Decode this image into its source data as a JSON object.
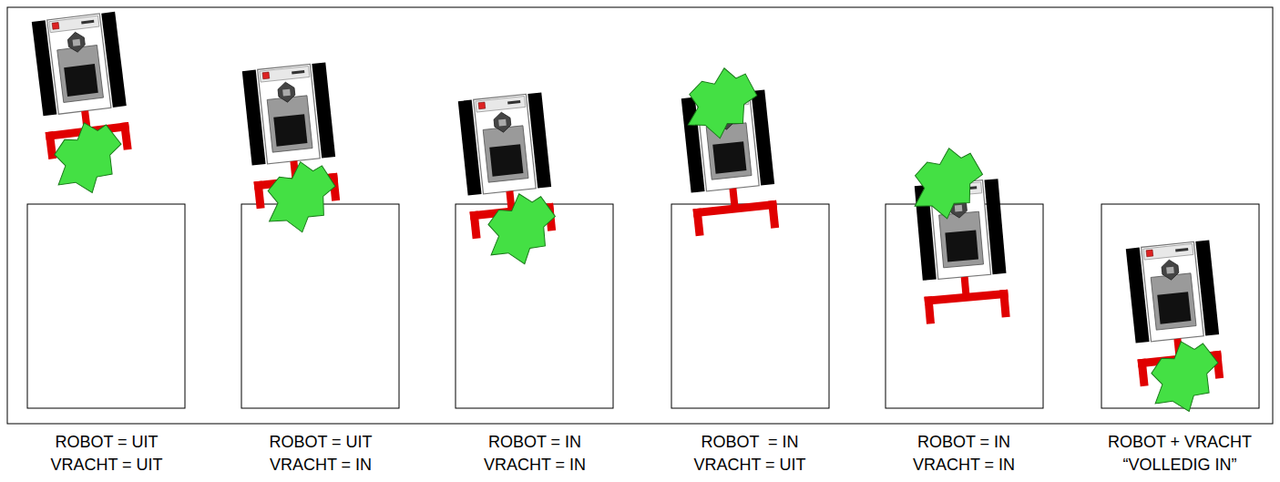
{
  "diagram": {
    "labels": [
      "ROBOT = UIT",
      "VRACHT = UIT",
      "ROBOT = UIT",
      "VRACHT = IN",
      "ROBOT = IN",
      "VRACHT = IN",
      "ROBOT  = IN",
      "VRACHT = UIT",
      "ROBOT = IN",
      "VRACHT = IN",
      "ROBOT + VRACHT",
      "“VOLLEDIG IN”"
    ]
  }
}
